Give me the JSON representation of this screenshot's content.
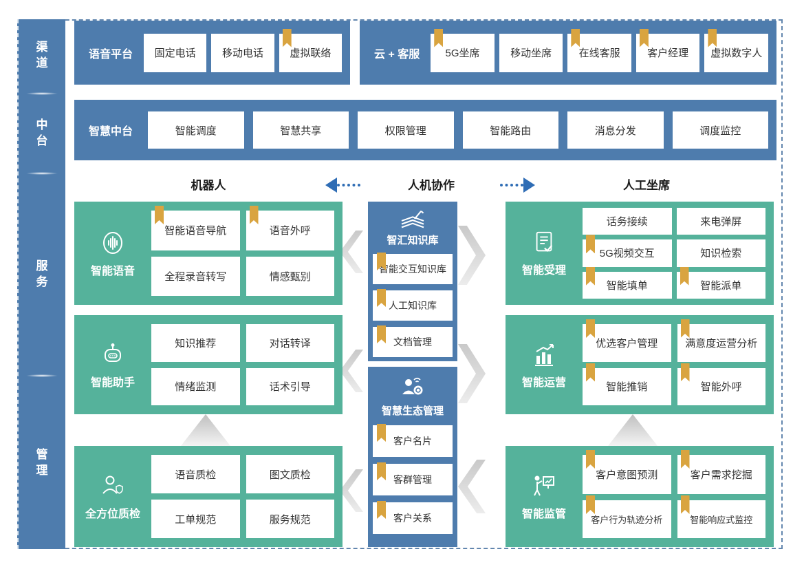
{
  "sidebar": {
    "items": [
      {
        "label": "渠道"
      },
      {
        "label": "中台"
      },
      {
        "label": "服务"
      },
      {
        "label": "管理"
      }
    ]
  },
  "channel_row": {
    "voice_platform": {
      "label": "语音平台",
      "items": [
        {
          "label": "固定电话",
          "bookmark": false
        },
        {
          "label": "移动电话",
          "bookmark": false
        },
        {
          "label": "虚拟联络",
          "bookmark": true
        }
      ]
    },
    "cloud_service": {
      "label": "云 + 客服",
      "items": [
        {
          "label": "5G坐席",
          "bookmark": true
        },
        {
          "label": "移动坐席",
          "bookmark": false
        },
        {
          "label": "在线客服",
          "bookmark": true
        },
        {
          "label": "客户经理",
          "bookmark": true
        },
        {
          "label": "虚拟数字人",
          "bookmark": true
        }
      ]
    }
  },
  "mid_platform_row": {
    "label": "智慧中台",
    "items": [
      {
        "label": "智能调度"
      },
      {
        "label": "智慧共享"
      },
      {
        "label": "权限管理"
      },
      {
        "label": "智能路由"
      },
      {
        "label": "消息分发"
      },
      {
        "label": "调度监控"
      }
    ]
  },
  "collab_header": {
    "left": "机器人",
    "center": "人机协作",
    "right": "人工坐席"
  },
  "robot_column": {
    "blocks": [
      {
        "title": "智能语音",
        "icon": "voice-waveform-icon",
        "items": [
          {
            "label": "智能语音导航",
            "bookmark": true
          },
          {
            "label": "语音外呼",
            "bookmark": true
          },
          {
            "label": "全程录音转写",
            "bookmark": false
          },
          {
            "label": "情感甄别",
            "bookmark": false
          }
        ]
      },
      {
        "title": "智能助手",
        "icon": "robot-icon",
        "items": [
          {
            "label": "知识推荐",
            "bookmark": false
          },
          {
            "label": "对话转译",
            "bookmark": false
          },
          {
            "label": "情绪监测",
            "bookmark": false
          },
          {
            "label": "话术引导",
            "bookmark": false
          }
        ]
      },
      {
        "title": "全方位质检",
        "icon": "quality-inspector-icon",
        "items": [
          {
            "label": "语音质检",
            "bookmark": false
          },
          {
            "label": "图文质检",
            "bookmark": false
          },
          {
            "label": "工单规范",
            "bookmark": false
          },
          {
            "label": "服务规范",
            "bookmark": false
          }
        ]
      }
    ]
  },
  "center_column": {
    "blocks": [
      {
        "title": "智汇知识库",
        "icon": "knowledge-book-icon",
        "items": [
          {
            "label": "智能交互知识库",
            "bookmark": true
          },
          {
            "label": "人工知识库",
            "bookmark": true
          },
          {
            "label": "文档管理",
            "bookmark": true
          }
        ]
      },
      {
        "title": "智慧生态管理",
        "icon": "ecosystem-person-icon",
        "items": [
          {
            "label": "客户名片",
            "bookmark": true
          },
          {
            "label": "客群管理",
            "bookmark": true
          },
          {
            "label": "客户关系",
            "bookmark": true
          }
        ]
      }
    ]
  },
  "agent_column": {
    "blocks": [
      {
        "title": "智能受理",
        "icon": "document-check-icon",
        "items": [
          {
            "label": "话务接续",
            "bookmark": false
          },
          {
            "label": "来电弹屏",
            "bookmark": false
          },
          {
            "label": "5G视频交互",
            "bookmark": true
          },
          {
            "label": "知识检索",
            "bookmark": false
          },
          {
            "label": "智能填单",
            "bookmark": true
          },
          {
            "label": "智能派单",
            "bookmark": true
          }
        ]
      },
      {
        "title": "智能运营",
        "icon": "growth-chart-icon",
        "items": [
          {
            "label": "优选客户管理",
            "bookmark": true
          },
          {
            "label": "满意度运营分析",
            "bookmark": true
          },
          {
            "label": "智能推销",
            "bookmark": true
          },
          {
            "label": "智能外呼",
            "bookmark": true
          }
        ]
      },
      {
        "title": "智能监管",
        "icon": "presenter-board-icon",
        "items": [
          {
            "label": "客户意图预测",
            "bookmark": true
          },
          {
            "label": "客户需求挖掘",
            "bookmark": true
          },
          {
            "label": "客户行为轨迹分析",
            "bookmark": true
          },
          {
            "label": "智能响应式监控",
            "bookmark": true
          }
        ]
      }
    ]
  },
  "colors": {
    "blue": "#4e7cad",
    "green": "#55b29b",
    "bookmark_gold": "#d9a440",
    "arrow_blue": "#2f6db5",
    "border_dash": "#6286ae"
  }
}
